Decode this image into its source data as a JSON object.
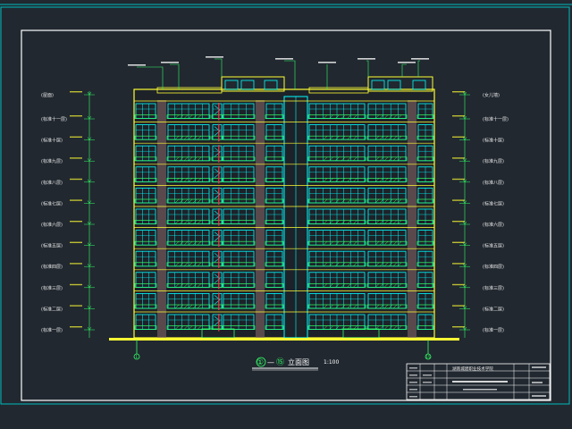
{
  "drawing": {
    "title_circle_a": "①",
    "title_connector": "—",
    "title_circle_b": "⑮",
    "title_text": "立面图",
    "scale": "1:100",
    "left_labels": [
      "(屋面)",
      "(标准十一层)",
      "(标准十层)",
      "(标准九层)",
      "(标准八层)",
      "(标准七层)",
      "(标准六层)",
      "(标准五层)",
      "(标准四层)",
      "(标准三层)",
      "(标准二层)",
      "(标准一层)"
    ],
    "right_labels": [
      "(女儿墙)",
      "(标准十一层)",
      "(标准十层)",
      "(标准九层)",
      "(标准八层)",
      "(标准七层)",
      "(标准六层)",
      "(标准五层)",
      "(标准四层)",
      "(标准三层)",
      "(标准二层)",
      "(标准一层)"
    ],
    "axis_left": "1",
    "axis_right": "15",
    "title_block_org": "湖南城建职业技术学院"
  },
  "colors": {
    "background": "#212830",
    "frame": "#ffffff",
    "outline": "#00c8c8",
    "wall": "#ffff33",
    "window": "#00ffff",
    "balcony": "#33ff66",
    "dim_line": "#ff3344",
    "column": "#8a6a6a"
  }
}
